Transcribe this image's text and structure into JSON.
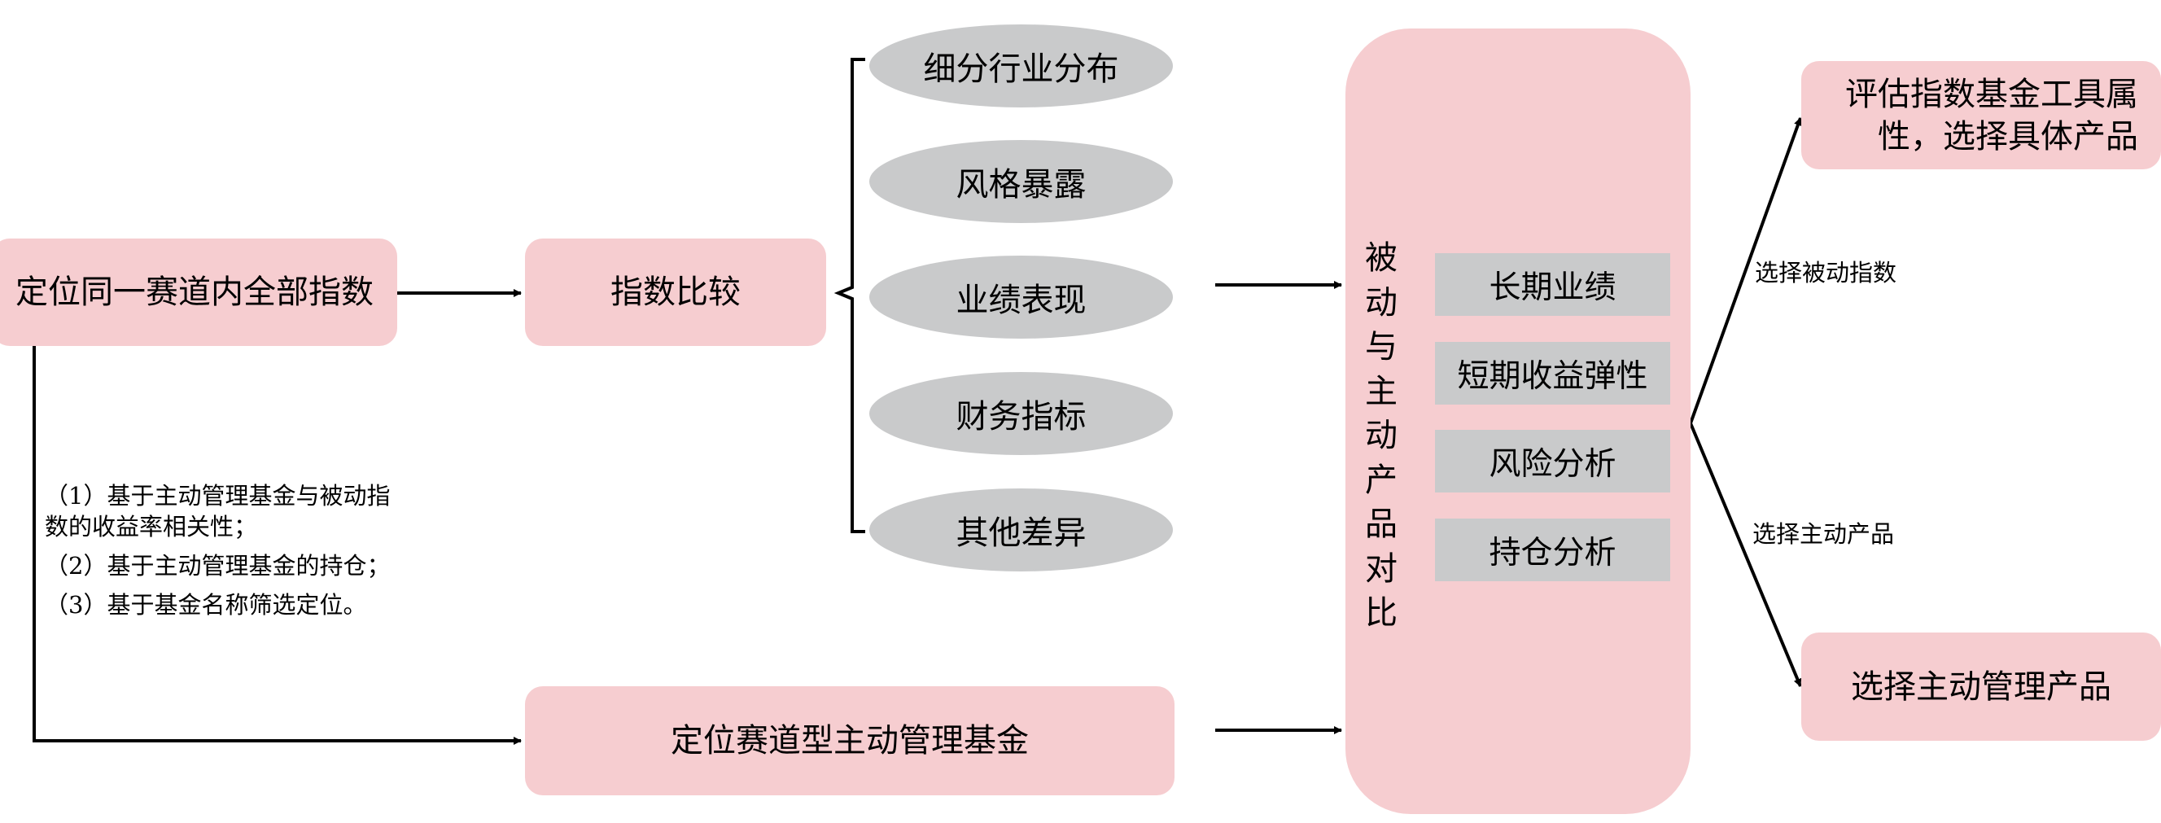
{
  "nodes": {
    "locate_indices": "定位同一赛道内全部指数",
    "index_compare": "指数比较",
    "locate_active_funds": "定位赛道型主动管理基金",
    "comparison_panel": [
      "被",
      "动",
      "与",
      "主",
      "动",
      "产",
      "品",
      "对",
      "比"
    ],
    "evaluate_index_fund": [
      "评估指数基金工具属",
      "性，选择具体产品"
    ],
    "select_active_product": "选择主动管理产品"
  },
  "index_compare_dimensions": [
    "细分行业分布",
    "风格暴露",
    "业绩表现",
    "财务指标",
    "其他差异"
  ],
  "comparison_dimensions": [
    "长期业绩",
    "短期收益弹性",
    "风险分析",
    "持仓分析"
  ],
  "positioning_notes": [
    "（1）基于主动管理基金与被动指",
    "数的收益率相关性；",
    "（2）基于主动管理基金的持仓；",
    "（3）基于基金名称筛选定位。"
  ],
  "edge_labels": {
    "choose_passive": "选择被动指数",
    "choose_active": "选择主动产品"
  },
  "colors": {
    "node_fill": "#f6cdd0",
    "item_fill": "#c9cacb",
    "line": "#000000"
  }
}
